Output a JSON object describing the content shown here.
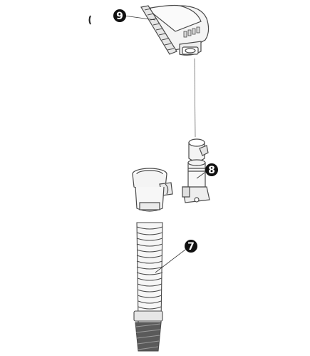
{
  "diagram": {
    "type": "exploded-parts-view",
    "callouts": [
      {
        "number": "9",
        "part": "top-cap"
      },
      {
        "number": "8",
        "part": "valve-connector-assembly"
      },
      {
        "number": "7",
        "part": "corrugated-hose"
      }
    ],
    "colors": {
      "line": "#4a4a4a",
      "fill": "#f4f4f4",
      "shade": "#d8d8d8",
      "callout_bg": "#111111",
      "callout_text": "#ffffff"
    }
  }
}
